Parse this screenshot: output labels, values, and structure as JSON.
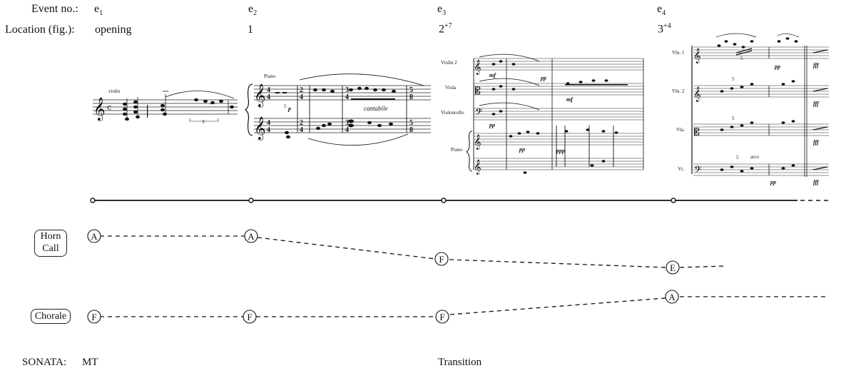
{
  "header": {
    "event_label": "Event no.:",
    "location_label": "Location (fig.):"
  },
  "events": [
    {
      "id": "e1",
      "letter": "e",
      "index": "1",
      "location": "opening",
      "location_sup": ""
    },
    {
      "id": "e2",
      "letter": "e",
      "index": "2",
      "location": "1",
      "location_sup": ""
    },
    {
      "id": "e3",
      "letter": "e",
      "index": "3",
      "location": "2",
      "location_sup": "+7"
    },
    {
      "id": "e4",
      "letter": "e",
      "index": "4",
      "location": "3",
      "location_sup": "+4"
    }
  ],
  "scores": {
    "e1": {
      "instrument": "violin",
      "triplet": "3"
    },
    "e2": {
      "instrument": "Piano",
      "quintuplet": "5",
      "dynamic": "p",
      "expression": "cantabile"
    },
    "e3": {
      "instruments": [
        "Violin 2",
        "Viola",
        "Violoncello",
        "Piano"
      ],
      "dyn_mf": "mf",
      "dyn_pp": "pp",
      "dyn_ppp": "ppp"
    },
    "e4": {
      "instruments": [
        "Vln. 1",
        "Vln. 2",
        "Vla.",
        "Vc."
      ],
      "dyn_pp": "pp",
      "dyn_fff": "fff",
      "arco": "arco",
      "quintuplet": "5"
    }
  },
  "rows": {
    "horn": {
      "label_line1": "Horn",
      "label_line2": "Call",
      "notes": [
        "A",
        "A",
        "F",
        "E"
      ]
    },
    "chorale": {
      "label": "Chorale",
      "notes": [
        "F",
        "F",
        "F",
        "A"
      ]
    }
  },
  "sonata": {
    "label": "SONATA:",
    "sections": [
      "MT",
      "Transition"
    ]
  }
}
